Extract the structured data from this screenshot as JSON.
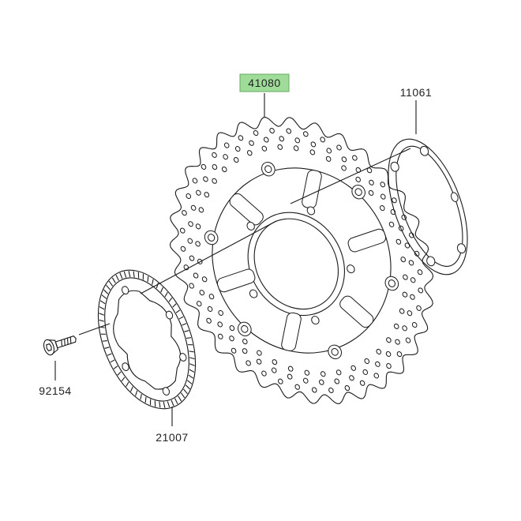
{
  "colors": {
    "background": "#ffffff",
    "line": "#1a1a1a",
    "label_text": "#222222",
    "highlight_fill": "#9fdc9a",
    "highlight_border": "#6aa866"
  },
  "parts": {
    "brake_disc": {
      "number": "41080",
      "highlighted": true
    },
    "disc_gasket": {
      "number": "11061"
    },
    "disc_bolt": {
      "number": "92154"
    },
    "abs_sensor_ring": {
      "number": "21007"
    }
  }
}
